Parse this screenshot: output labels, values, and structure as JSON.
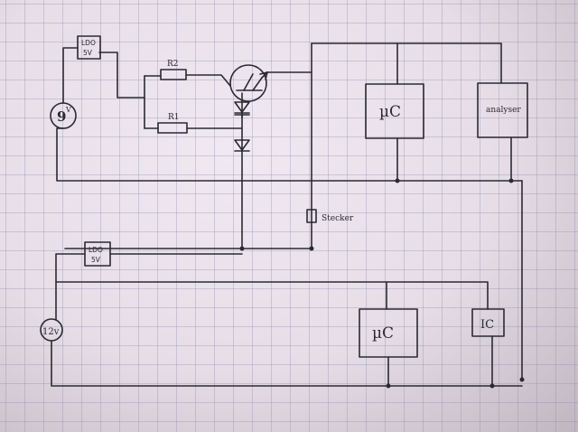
{
  "top": {
    "ldo": {
      "line1": "LDO",
      "line2": "5V"
    },
    "battery": "9",
    "battery_unit": "V",
    "r2": "R2",
    "r1": "R1",
    "uc": "µC",
    "analyser": "analyser",
    "connector": "Stecker"
  },
  "bottom": {
    "ldo": {
      "line1": "LDO",
      "line2": "5V"
    },
    "battery": "12v",
    "uc": "µC",
    "ic": "IC"
  },
  "colors": {
    "ink": "#2a2a32",
    "paper": "#ece4ed",
    "grid": "#8c8caa"
  }
}
